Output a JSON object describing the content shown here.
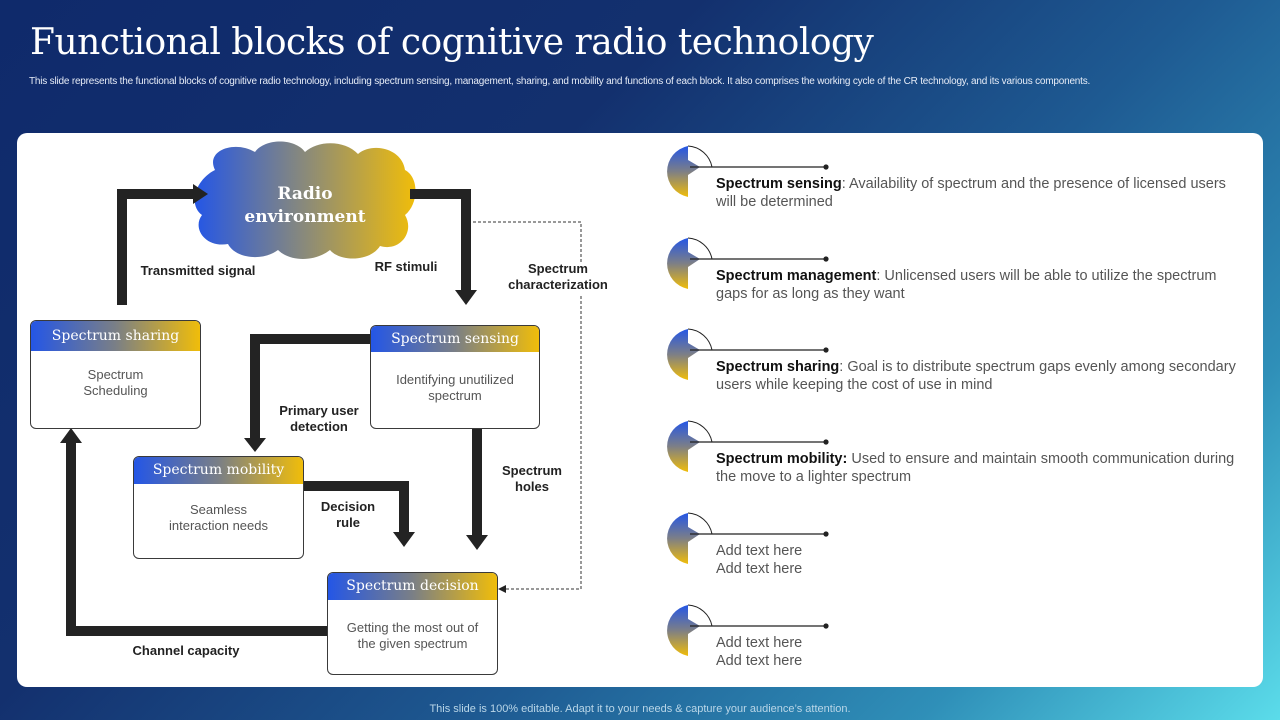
{
  "header": {
    "title": "Functional blocks of cognitive radio technology",
    "subtitle": "This slide represents the functional blocks of cognitive radio technology, including spectrum sensing, management, sharing, and mobility  and functions of each block. It also comprises the working cycle of the CR technology, and its various components."
  },
  "diagram": {
    "cloud": {
      "line1": "Radio",
      "line2": "environment"
    },
    "labels": {
      "transmitted_signal": "Transmitted signal",
      "rf_stimuli": "RF stimuli",
      "spectrum_characterization_1": "Spectrum",
      "spectrum_characterization_2": "characterization",
      "primary_user_1": "Primary user",
      "primary_user_2": "detection",
      "spectrum_holes_1": "Spectrum",
      "spectrum_holes_2": "holes",
      "decision_rule_1": "Decision",
      "decision_rule_2": "rule",
      "channel_capacity": "Channel capacity"
    },
    "blocks": [
      {
        "title": "Spectrum sharing",
        "line1": "Spectrum",
        "line2": "Scheduling"
      },
      {
        "title": "Spectrum sensing",
        "line1": "Identifying unutilized",
        "line2": "spectrum"
      },
      {
        "title": "Spectrum mobility",
        "line1": "Seamless",
        "line2": "interaction needs"
      },
      {
        "title": "Spectrum decision",
        "line1": "Getting the most out of",
        "line2": "the given  spectrum"
      }
    ],
    "colors": {
      "gradient_start": "#2456e6",
      "gradient_end": "#f0bd0a",
      "arrow": "#232323"
    }
  },
  "functions": [
    {
      "heading": "Spectrum sensing",
      "sep": ": ",
      "text": "Availability  of spectrum and the presence of licensed users will be determined"
    },
    {
      "heading": "Spectrum management",
      "sep": ": ",
      "text": "Unlicensed users will be able to utilize the spectrum gaps for as long as they want"
    },
    {
      "heading": "Spectrum sharing",
      "sep": ": ",
      "text": "Goal is to distribute spectrum gaps evenly among secondary users while keeping the cost of use in mind"
    },
    {
      "heading": "Spectrum mobility:",
      "sep": " ",
      "text": "Used to ensure and maintain smooth communication during the move to a lighter spectrum"
    },
    {
      "heading": "",
      "sep": "",
      "text": "Add text here",
      "text2": "Add text here"
    },
    {
      "heading": "",
      "sep": "",
      "text": "Add text here",
      "text2": "Add text here"
    }
  ],
  "footer": {
    "text": "This slide is 100% editable. Adapt it to your needs & capture your audience’s attention."
  }
}
